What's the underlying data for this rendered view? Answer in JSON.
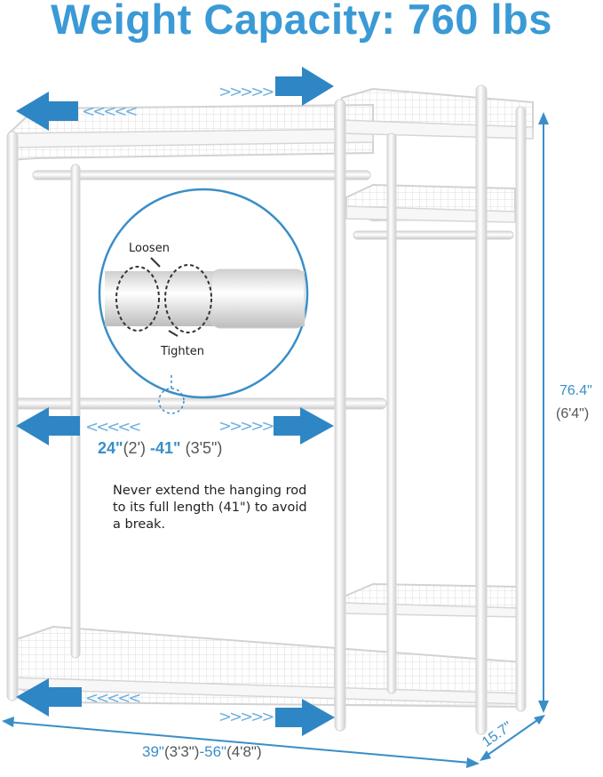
{
  "title": "Weight Capacity: 760 lbs",
  "zoom": {
    "loosen": "Loosen",
    "tighten": "Tighten"
  },
  "rod_width": {
    "min": "24\"",
    "min_ft": "(2')",
    "sep": "-",
    "max": "41\"",
    "max_ft": "(3'5\")"
  },
  "warning": "Never extend the hanging rod to its full length (41\") to avoid a break.",
  "height": {
    "in": "76.4\"",
    "ft": "(6'4\")"
  },
  "width": {
    "min": "39\"",
    "min_ft": "(3'3\")",
    "sep": "-",
    "max": "56\"",
    "max_ft": "(4'8\")"
  },
  "depth": "15.7\"",
  "colors": {
    "accent": "#3a9ad6",
    "arrow": "#2f86c4",
    "frame": "#e4e4e4"
  }
}
